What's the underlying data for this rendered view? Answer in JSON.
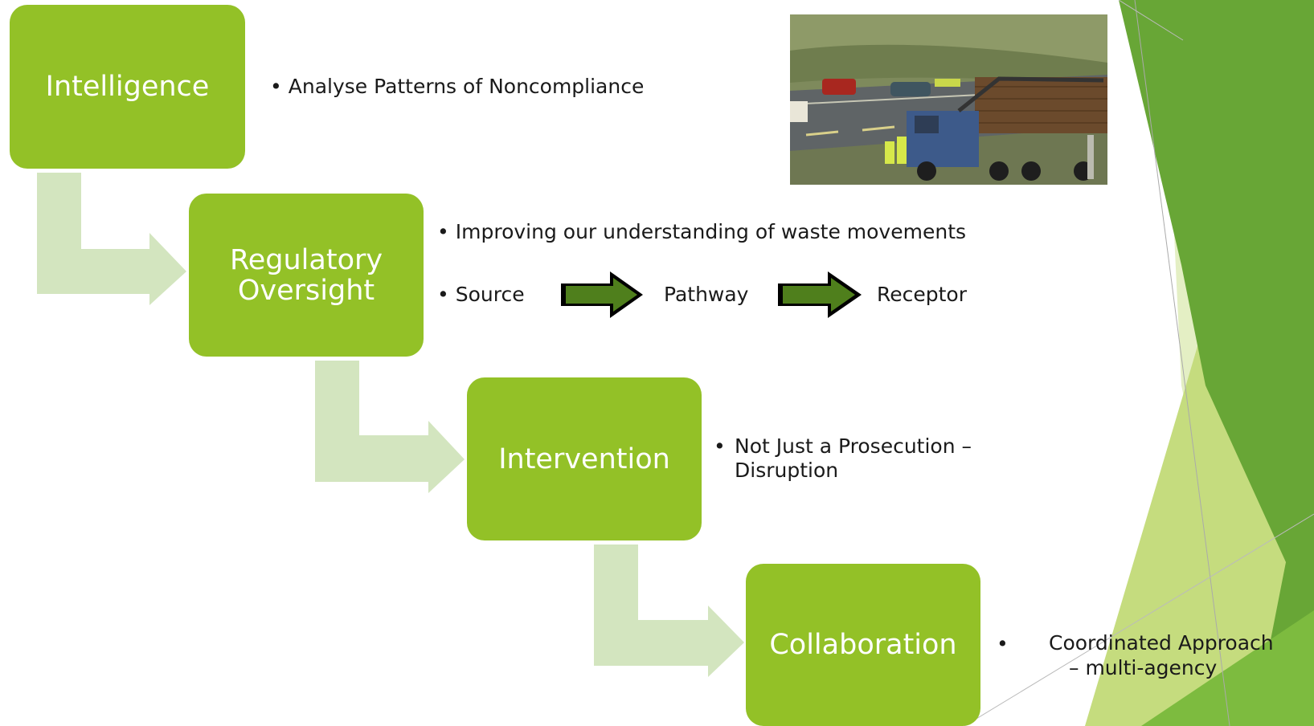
{
  "steps": [
    {
      "label": "Intelligence",
      "bullets": [
        "Analyse Patterns of Noncompliance"
      ]
    },
    {
      "label": "Regulatory Oversight",
      "bullets": [
        "Improving our understanding of waste movements",
        "Source"
      ]
    },
    {
      "label": "Intervention",
      "bullets": [
        "Not Just a Prosecution – Disruption"
      ]
    },
    {
      "label": "Collaboration",
      "bullets": [
        "Coordinated Approach",
        "– multi-agency"
      ]
    }
  ],
  "flow": {
    "pathway": "Pathway",
    "receptor": "Receptor"
  },
  "bullet_char": "•",
  "colors": {
    "box": "#93c127",
    "connector": "#d3e5bf",
    "accent_dark": "#5d9a32",
    "accent_light": "#c5dc7e"
  }
}
